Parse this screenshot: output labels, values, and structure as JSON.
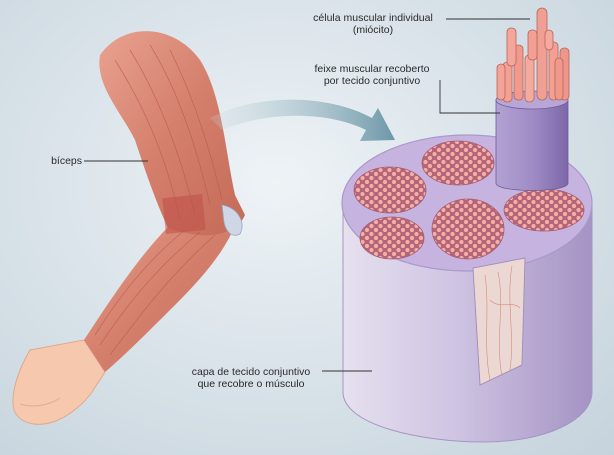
{
  "labels": {
    "biceps": "bíceps",
    "myocyte_line1": "célula muscular individual",
    "myocyte_line2": "(miócito)",
    "bundle_line1": "feixe muscular recoberto",
    "bundle_line2": "por tecido conjuntivo",
    "sheath_line1": "capa de tecido conjuntivo",
    "sheath_line2": "que recobre o músculo"
  },
  "colors": {
    "muscle": "#d98a77",
    "connective_tissue": "#cdbfe0",
    "fiber": "#f0a59a",
    "arrow": "#7fa5b3"
  }
}
